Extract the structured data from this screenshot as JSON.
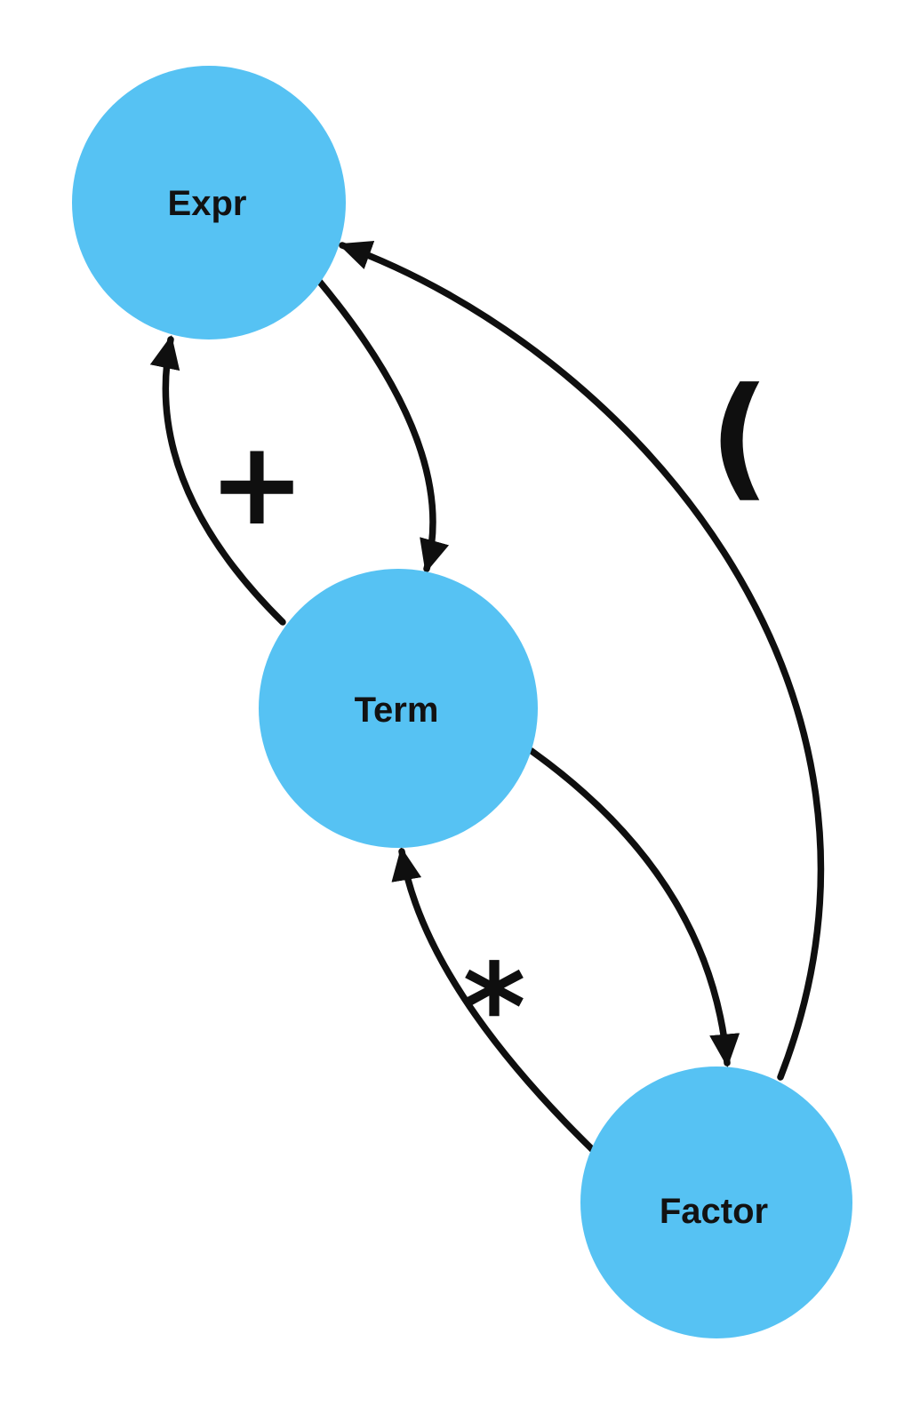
{
  "diagram": {
    "type": "directed-graph",
    "background_color": "#ffffff",
    "node_fill_color": "#56C2F3",
    "node_text_color": "#121212",
    "edge_color": "#0f0f0f",
    "nodes": [
      {
        "id": "expr",
        "label": "Expr"
      },
      {
        "id": "term",
        "label": "Term"
      },
      {
        "id": "factor",
        "label": "Factor"
      }
    ],
    "edges": [
      {
        "from": "term",
        "to": "expr",
        "label": "+"
      },
      {
        "from": "expr",
        "to": "term",
        "label": ""
      },
      {
        "from": "factor",
        "to": "term",
        "label": "*"
      },
      {
        "from": "term",
        "to": "factor",
        "label": ""
      },
      {
        "from": "factor",
        "to": "expr",
        "label": "("
      }
    ]
  }
}
